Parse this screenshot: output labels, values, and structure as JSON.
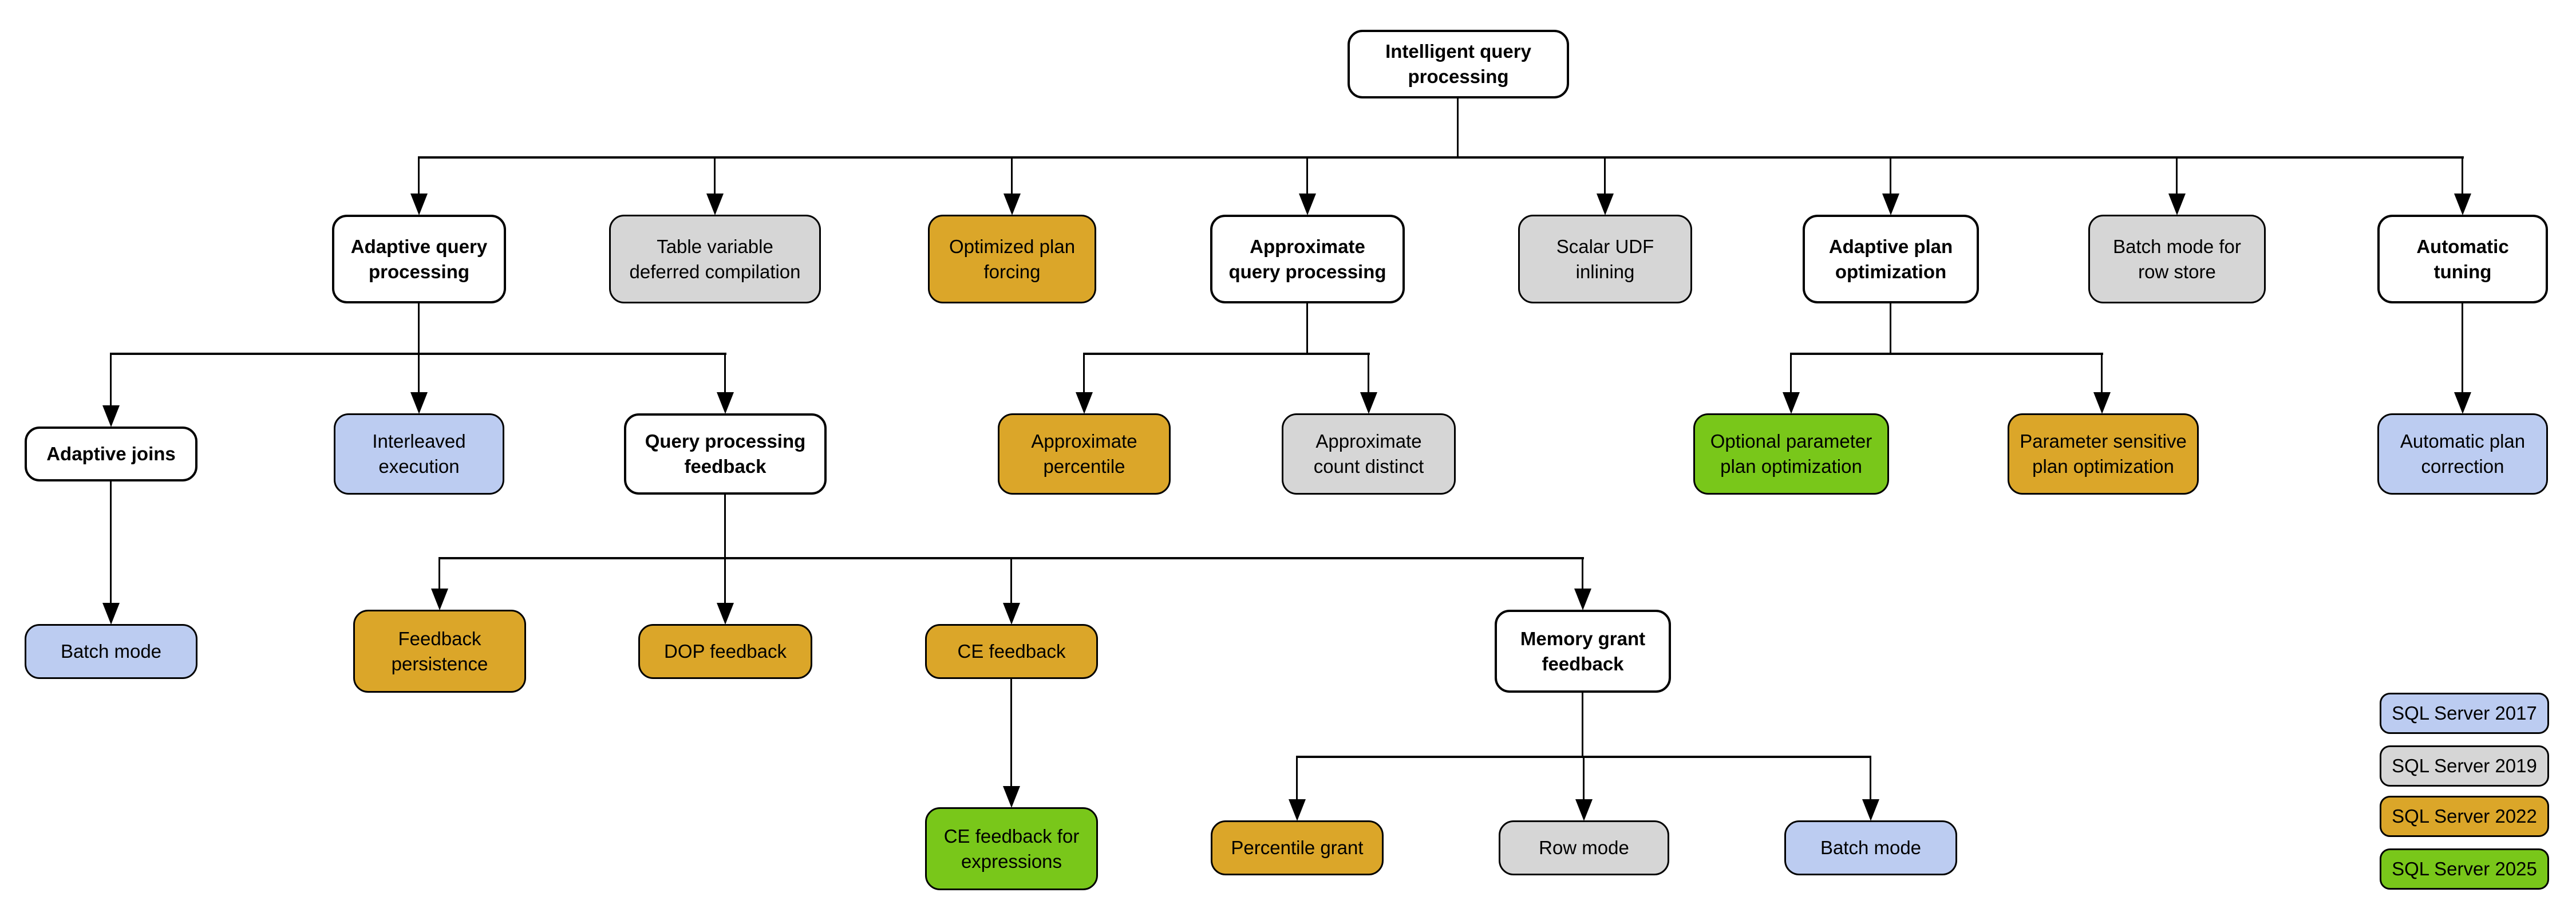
{
  "palette": {
    "sql2017": "#BCCCF1",
    "sql2019": "#D6D6D6",
    "sql2022": "#DBA629",
    "sql2025": "#79C71A",
    "parent_fill": "#FFFFFF",
    "line": "#000000",
    "text": "#000000",
    "background": "#FFFFFF"
  },
  "nodes": {
    "root": "Intelligent query\nprocessing",
    "adaptive_query_processing": "Adaptive query\nprocessing",
    "table_variable_deferred_compilation": "Table variable\ndeferred compilation",
    "optimized_plan_forcing": "Optimized plan\nforcing",
    "approximate_query_processing": "Approximate\nquery processing",
    "scalar_udf_inlining": "Scalar UDF\ninlining",
    "adaptive_plan_optimization": "Adaptive plan\noptimization",
    "batch_mode_for_row_store": "Batch mode for\nrow store",
    "automatic_tuning": "Automatic\ntuning",
    "adaptive_joins": "Adaptive joins",
    "interleaved_execution": "Interleaved\nexecution",
    "query_processing_feedback": "Query processing\nfeedback",
    "approximate_percentile": "Approximate\npercentile",
    "approximate_count_distinct": "Approximate\ncount distinct",
    "optional_parameter_plan_optimization": "Optional parameter\nplan optimization",
    "parameter_sensitive_plan_optimization": "Parameter sensitive\nplan optimization",
    "automatic_plan_correction": "Automatic plan\ncorrection",
    "batch_mode_adaptive_joins": "Batch mode",
    "feedback_persistence": "Feedback\npersistence",
    "dop_feedback": "DOP feedback",
    "ce_feedback": "CE feedback",
    "memory_grant_feedback": "Memory grant\nfeedback",
    "ce_feedback_for_expressions": "CE feedback for\nexpressions",
    "percentile_grant": "Percentile grant",
    "row_mode": "Row mode",
    "batch_mode_memory_grant": "Batch mode"
  },
  "legend": {
    "items": [
      {
        "label": "SQL Server 2017",
        "color_key": "sql2017"
      },
      {
        "label": "SQL Server 2019",
        "color_key": "sql2019"
      },
      {
        "label": "SQL Server 2022",
        "color_key": "sql2022"
      },
      {
        "label": "SQL Server 2025",
        "color_key": "sql2025"
      }
    ]
  }
}
